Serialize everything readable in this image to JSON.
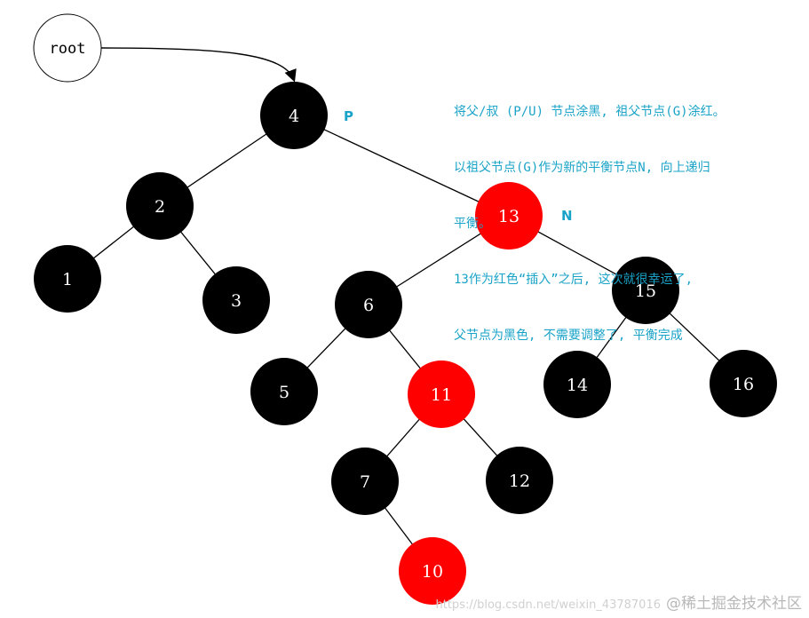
{
  "root_label": "root",
  "tags": {
    "p": "P",
    "n": "N"
  },
  "note_lines": [
    "将父/叔 (P/U) 节点涂黑, 祖父节点(G)涂红。",
    "以祖父节点(G)作为新的平衡节点N, 向上递归",
    "平衡。",
    "13作为红色“插入”之后, 这次就很幸运了,",
    "父节点为黑色, 不需要调整了, 平衡完成"
  ],
  "colors": {
    "black": "#000000",
    "red": "#ff0000",
    "edge": "#000000",
    "note": "#1aa3c8"
  },
  "nodes": [
    {
      "id": "n4",
      "label": "4",
      "color": "black"
    },
    {
      "id": "n2",
      "label": "2",
      "color": "black"
    },
    {
      "id": "n13",
      "label": "13",
      "color": "red"
    },
    {
      "id": "n1",
      "label": "1",
      "color": "black"
    },
    {
      "id": "n3",
      "label": "3",
      "color": "black"
    },
    {
      "id": "n6",
      "label": "6",
      "color": "black"
    },
    {
      "id": "n15",
      "label": "15",
      "color": "black"
    },
    {
      "id": "n5",
      "label": "5",
      "color": "black"
    },
    {
      "id": "n11",
      "label": "11",
      "color": "red"
    },
    {
      "id": "n14",
      "label": "14",
      "color": "black"
    },
    {
      "id": "n16",
      "label": "16",
      "color": "black"
    },
    {
      "id": "n7",
      "label": "7",
      "color": "black"
    },
    {
      "id": "n12",
      "label": "12",
      "color": "black"
    },
    {
      "id": "n10",
      "label": "10",
      "color": "red"
    }
  ],
  "edges": [
    [
      "n4",
      "n2"
    ],
    [
      "n4",
      "n13"
    ],
    [
      "n2",
      "n1"
    ],
    [
      "n2",
      "n3"
    ],
    [
      "n13",
      "n6"
    ],
    [
      "n13",
      "n15"
    ],
    [
      "n6",
      "n5"
    ],
    [
      "n6",
      "n11"
    ],
    [
      "n15",
      "n14"
    ],
    [
      "n15",
      "n16"
    ],
    [
      "n11",
      "n7"
    ],
    [
      "n11",
      "n12"
    ],
    [
      "n7",
      "n10"
    ]
  ],
  "watermark": {
    "brand": "@稀土掘金技术社区",
    "url": "https://blog.csdn.net/weixin_43787016"
  }
}
